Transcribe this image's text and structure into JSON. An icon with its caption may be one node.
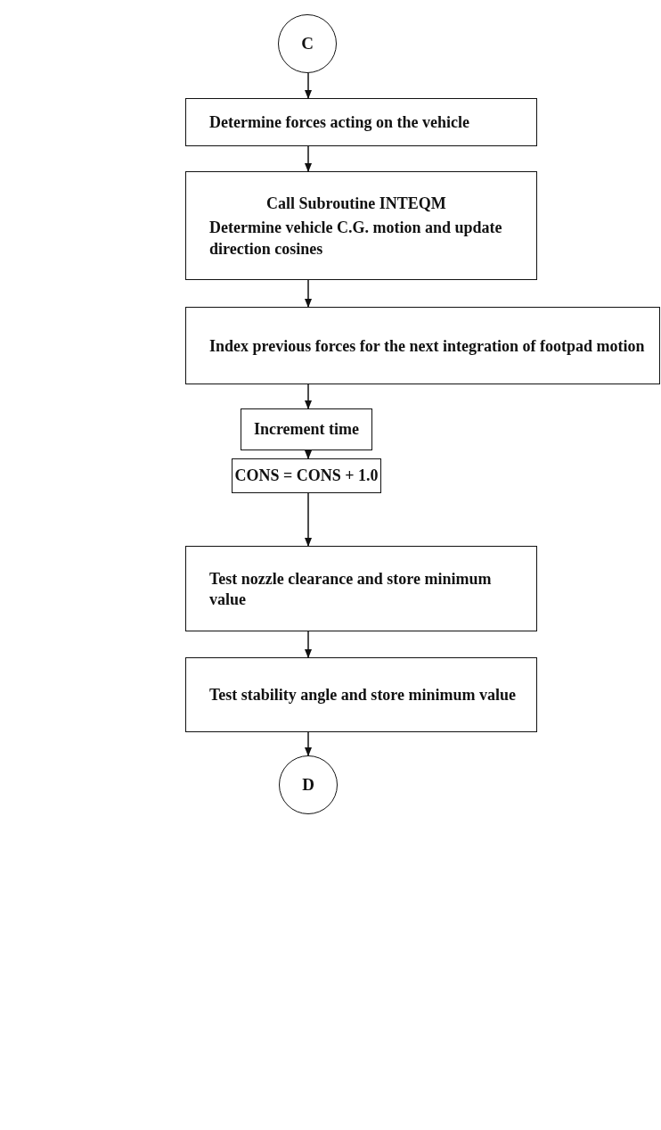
{
  "diagram": {
    "nodes": [
      {
        "text": [
          "C"
        ]
      },
      {
        "text": [
          "Determine forces acting on the vehicle"
        ]
      },
      {
        "text": [
          "Call Subroutine INTEQM",
          "Determine vehicle C.G. motion and update direction cosines"
        ]
      },
      {
        "text": [
          "Index previous forces for the next integration of footpad motion"
        ]
      },
      {
        "text": [
          "Increment time"
        ]
      },
      {
        "text": [
          "CONS = CONS + 1.0"
        ]
      },
      {
        "text": [
          "Test nozzle clearance and store minimum value"
        ]
      },
      {
        "text": [
          "Test stability angle and store minimum value"
        ]
      },
      {
        "text": [
          "D"
        ]
      }
    ],
    "edges": [
      {
        "from": 0,
        "to": 1,
        "arrow": "to"
      },
      {
        "from": 1,
        "to": 2,
        "arrow": "to"
      },
      {
        "from": 2,
        "to": 3,
        "arrow": "to"
      },
      {
        "from": 3,
        "to": 4,
        "arrow": "to"
      },
      {
        "from": 4,
        "to": 5,
        "arrow": "to"
      },
      {
        "from": 5,
        "to": 6,
        "arrow": "to"
      },
      {
        "from": 6,
        "to": 7,
        "arrow": "to"
      },
      {
        "from": 7,
        "to": 8,
        "arrow": "to"
      }
    ]
  }
}
